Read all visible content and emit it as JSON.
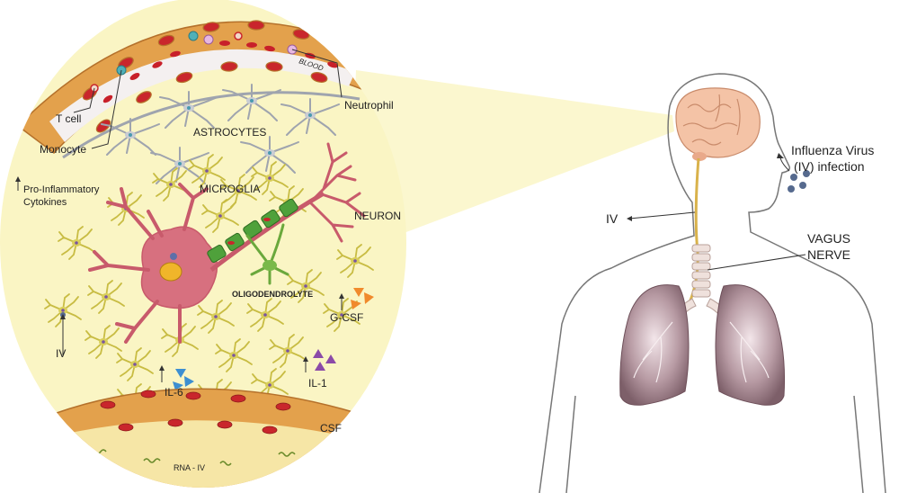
{
  "labels": {
    "t_cell": "T cell",
    "monocyte": "Monocyte",
    "blood": "BLOOD",
    "neutrophil": "Neutrophil",
    "astrocytes": "ASTROCYTES",
    "microglia": "MICROGLIA",
    "pro_inflammatory_line1": "Pro-Inflammatory",
    "pro_inflammatory_line2": "Cytokines",
    "neuron": "NEURON",
    "oligodendrolyte": "OLIGODENDROLYTE",
    "g_csf": "G-CSF",
    "il_6": "IL-6",
    "il_1": "IL-1",
    "iv_left": "IV",
    "csf": "CSF",
    "rna_iv": "RNA - IV",
    "influenza_line1": "Influenza Virus",
    "influenza_line2": "(IV) infection",
    "iv_right": "IV",
    "vagus_line1": "VAGUS",
    "vagus_line2": "NERVE"
  },
  "colors": {
    "background_circle": "#faf5c4",
    "beam": "#fbf7cf",
    "endothelial_cell": "#e3a14c",
    "endothelial_nucleus": "#c9262c",
    "red_blood_cell": "#c8202a",
    "neuron": "#d7707f",
    "oligodendrocyte": "#7ab94a",
    "myelin": "#4fa13b",
    "microglia": "#d6cc57",
    "astrocyte": "#b5b9c2",
    "g_csf": "#f08a2c",
    "il_6": "#3d8fd1",
    "il_1": "#8b4aa8",
    "brain": "#f4c3a6",
    "lung": "#8a6a73",
    "trachea": "#e8d6d0",
    "vagus_nerve": "#d9b24b",
    "virus": "#566a8e"
  }
}
